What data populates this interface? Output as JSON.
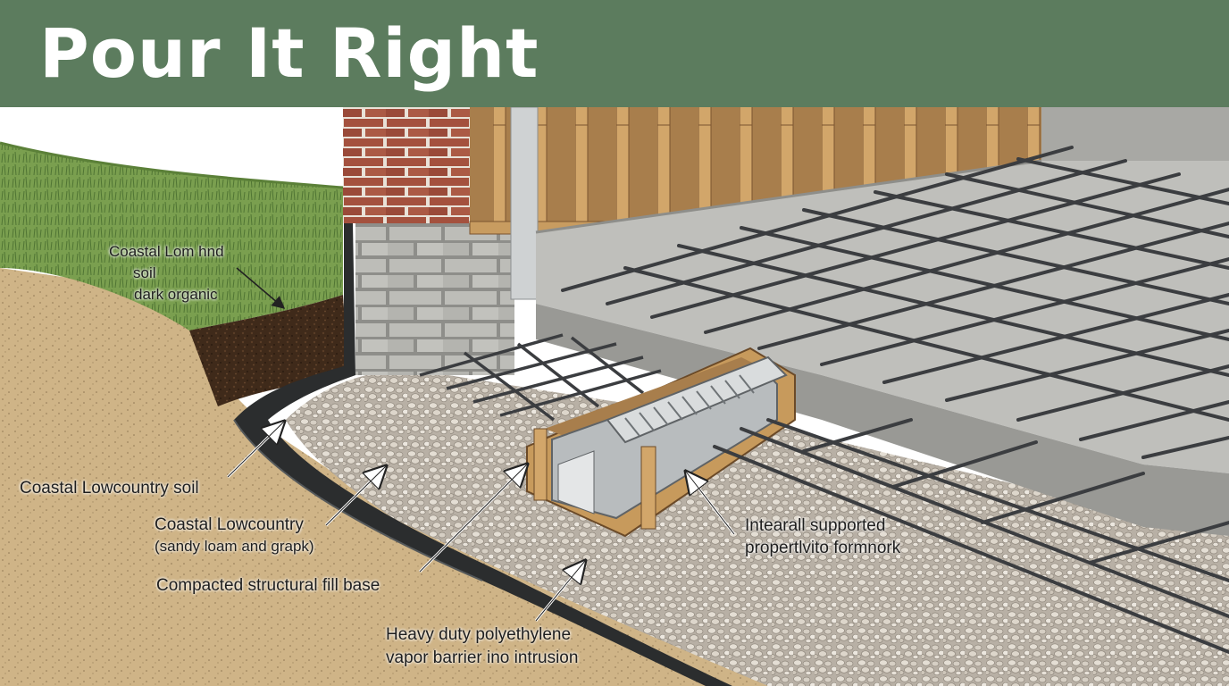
{
  "title": "Pour It Right",
  "colors": {
    "banner": "#5c7c5e",
    "grass": "#7a9f4f",
    "topsoil": "#3f2a1a",
    "sand": "#cfb487",
    "gravel": "#d4cdc2",
    "vapor_barrier": "#2b2d2e",
    "brick": "#a4513e",
    "block": "#b9b9b4",
    "framing": "#c79a5c",
    "slab": "#bfbfbb",
    "rebar": "#3b3d40",
    "drain_grate": "#d9dcdd"
  },
  "labels": {
    "topsoil_l1": "Coastal Lom hnd",
    "topsoil_l2": "soil",
    "topsoil_l3": "dark organic",
    "soil": "Coastal Lowcountry soil",
    "subsoil_l1": "Coastal Lowcountry",
    "subsoil_l2": "(sandy loam and grapk)",
    "fill": "Compacted structural fill base",
    "barrier_l1": "Heavy duty polyethylene",
    "barrier_l2": "vapor barrier ino intrusion",
    "formwork_l1": "Intearall supported",
    "formwork_l2": "propertlvito formnork"
  }
}
